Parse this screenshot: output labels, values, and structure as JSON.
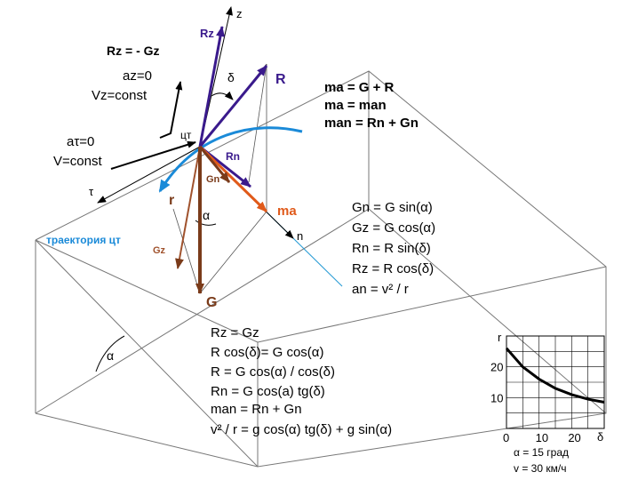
{
  "labels": {
    "z": "z",
    "tau": "τ",
    "n": "n",
    "delta_top": "δ",
    "alpha_center": "α",
    "alpha_slope": "α",
    "Rz": "Rz",
    "R": "R",
    "Rn": "Rn",
    "Gn": "Gn",
    "Gz": "Gz",
    "G": "G",
    "r": "r",
    "ma": "ma",
    "cg": "цт",
    "trajectory": "траектория цт"
  },
  "left_notes": {
    "rz_eq": "Rz = - Gz",
    "az": "az=0",
    "vz": "Vz=const",
    "atau": "aτ=0",
    "v": "V=const"
  },
  "top_equations": [
    "ma = G + R",
    "ma = man",
    "man = Rn + Gn"
  ],
  "right_equations": [
    "Gn = G sin(α)",
    "Gz = G cos(α)",
    "Rn = R sin(δ)",
    "Rz =  R cos(δ)",
    "an = v² / r"
  ],
  "bottom_equations": [
    "Rz = Gz",
    "R cos(δ)= G cos(α)",
    "R = G cos(α) / cos(δ)",
    "Rn = G cos(a) tg(δ)",
    "man = Rn + Gn",
    "v² / r = g cos(α) tg(δ) + g sin(α)"
  ],
  "inset": {
    "y_axis_label": "r",
    "x_axis_label": "δ",
    "caption_alpha": "α = 15 град",
    "caption_v": "v =  30 км/ч"
  },
  "chart_data": {
    "type": "line",
    "xlabel": "δ",
    "ylabel": "r",
    "xlim": [
      0,
      30
    ],
    "ylim": [
      0,
      30
    ],
    "x_ticks": [
      "0",
      "10",
      "20"
    ],
    "y_ticks": [
      "20",
      "10"
    ],
    "grid": true,
    "series": [
      {
        "x": [
          0,
          5,
          10,
          15,
          20,
          25,
          30
        ],
        "y": [
          26,
          20,
          16,
          13,
          11,
          9.5,
          8.5
        ]
      }
    ]
  }
}
